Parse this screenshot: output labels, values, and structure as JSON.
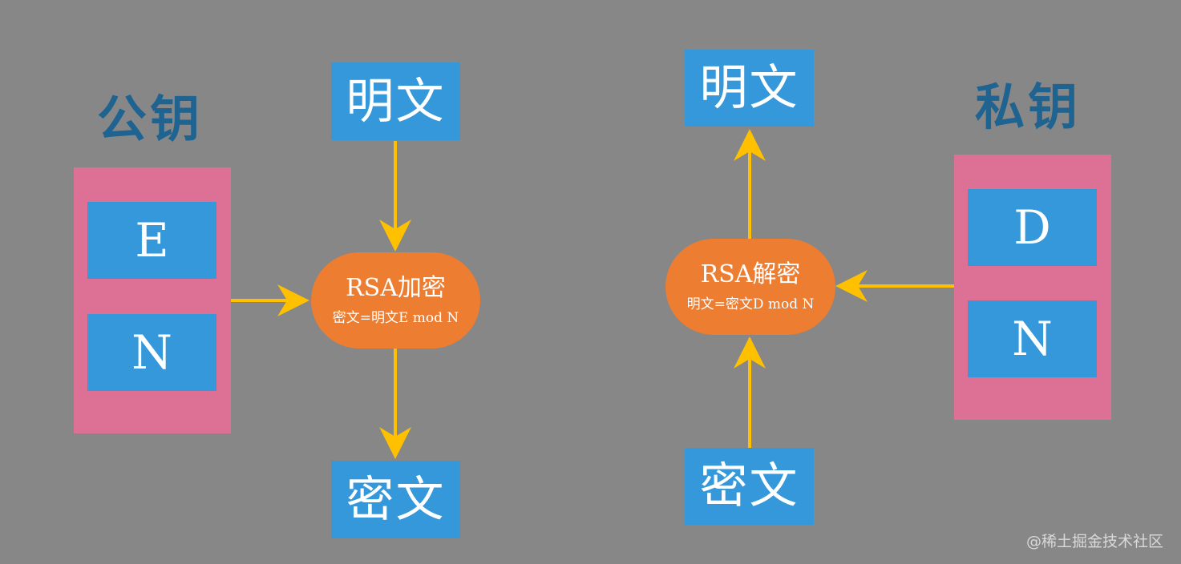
{
  "left_panel": {
    "key_title": "公钥",
    "key_items": [
      "E",
      "N"
    ],
    "input_label": "明文",
    "operation_title": "RSA加密",
    "operation_formula": "密文=明文E mod N",
    "output_label": "密文"
  },
  "right_panel": {
    "key_title": "私钥",
    "key_items": [
      "D",
      "N"
    ],
    "input_label": "密文",
    "operation_title": "RSA解密",
    "operation_formula": "明文=密文D mod N",
    "output_label": "明文"
  },
  "watermark": "@稀土掘金技术社区",
  "colors": {
    "background": "#878787",
    "blue_box": "#3498db",
    "key_container": "#dc7095",
    "operation": "#ed7d31",
    "arrow": "#ffc000",
    "key_title": "#1f6391"
  }
}
